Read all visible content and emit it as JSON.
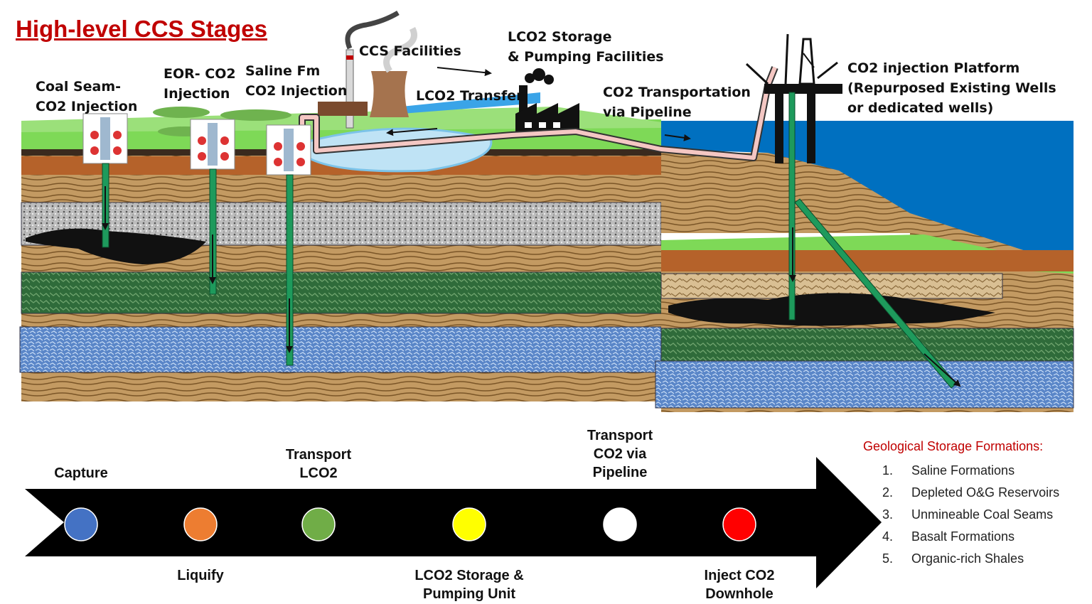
{
  "title": "High-level CCS Stages",
  "labels": {
    "coal_seam": [
      "Coal Seam-",
      "CO2 Injection"
    ],
    "eor": [
      "EOR- CO2",
      "Injection"
    ],
    "saline": [
      "Saline Fm",
      "CO2 Injection"
    ],
    "ccs_facilities": [
      "CCS Facilities"
    ],
    "lco2_storage": [
      "LCO2 Storage",
      "& Pumping Facilities"
    ],
    "lco2_transfer": [
      "LCO2 Transfer"
    ],
    "co2_transport": [
      "CO2 Transportation",
      "via Pipeline"
    ],
    "platform": [
      "CO2 injection Platform",
      "(Repurposed Existing Wells",
      "or dedicated wells)"
    ]
  },
  "stages": [
    {
      "lines": [
        "Capture"
      ],
      "color": "#4472c4",
      "position": "top"
    },
    {
      "lines": [
        "Liquify"
      ],
      "color": "#ed7d31",
      "position": "bottom"
    },
    {
      "lines": [
        "Transport",
        "LCO2"
      ],
      "color": "#70ad47",
      "position": "top"
    },
    {
      "lines": [
        "LCO2 Storage &",
        "Pumping Unit"
      ],
      "color": "#ffff00",
      "position": "bottom"
    },
    {
      "lines": [
        "Transport",
        "CO2 via",
        "Pipeline"
      ],
      "color": "#ffffff",
      "position": "top"
    },
    {
      "lines": [
        "Inject CO2",
        "Downhole"
      ],
      "color": "#ff0000",
      "position": "bottom"
    }
  ],
  "legend": {
    "title": "Geological Storage Formations:",
    "items": [
      {
        "num": "1.",
        "text": "Saline Formations"
      },
      {
        "num": "2.",
        "text": "Depleted O&G Reservoirs"
      },
      {
        "num": "3.",
        "text": "Unmineable Coal Seams"
      },
      {
        "num": "4.",
        "text": "Basalt Formations"
      },
      {
        "num": "5.",
        "text": "Organic-rich Shales"
      }
    ]
  },
  "colors": {
    "title": "#c00000",
    "grass": "#7ed957",
    "sea": "#0070c0",
    "soil": "#b5884f",
    "well_pipe": "#1e9a5c",
    "pipeline": "#f4c7c3"
  }
}
